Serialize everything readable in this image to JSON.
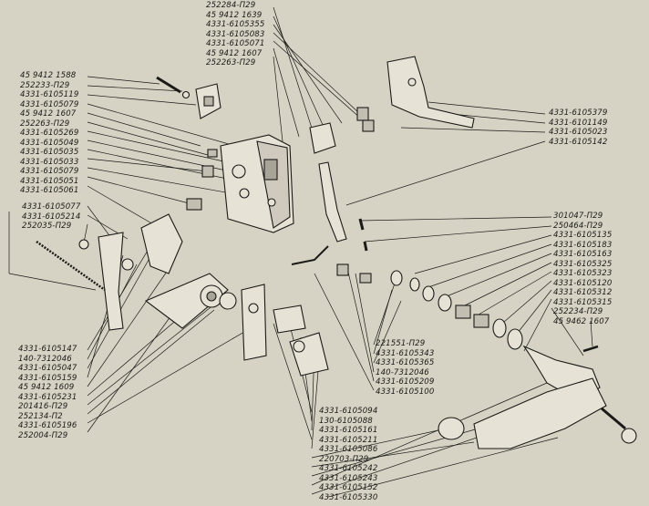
{
  "diagram": {
    "labels_top": [
      "252284-П29",
      "45 9412 1639",
      "4331-6105355",
      "4331-6105083",
      "4331-6105071",
      "45 9412 1607",
      "252263-П29"
    ],
    "labels_left_a": [
      "45 9412 1588",
      "252233-П29",
      "4331-6105119",
      "4331-6105079",
      "45 9412 1607",
      "252263-П29",
      "4331-6105269",
      "4331-6105049",
      "4331-6105035",
      "4331-6105033",
      "4331-6105079",
      "4331-6105051",
      "4331-6105061"
    ],
    "labels_left_b": [
      "4331-6105077",
      "4331-6105214",
      "252035-П29"
    ],
    "labels_left_c": [
      "4331-6105147",
      "140-7312046",
      "4331-6105047",
      "4331-6105159",
      "45 9412 1609",
      "4331-6105231",
      "201416-П29",
      "252134-П2",
      "4331-6105196",
      "252004-П29"
    ],
    "labels_right_a": [
      "4331-6105379",
      "4331-6101149",
      "4331-6105023",
      "4331-6105142"
    ],
    "labels_right_b": [
      "301047-П29",
      "250464-П29",
      "4331-6105135",
      "4331-6105183",
      "4331-6105163",
      "4331-6105325",
      "4331-6105323",
      "4331-6105120",
      "4331-6105312",
      "4331-6105315",
      "252234-П29",
      "45 9462 1607"
    ],
    "labels_mid": [
      "221551-П29",
      "4331-6105343",
      "4331-6105365",
      "140-7312046",
      "4331-6105209",
      "4331-6105100"
    ],
    "labels_bottom": [
      "4331-6105094",
      "130-6105088",
      "4331-6105161",
      "4331-6105211",
      "4331-6105086",
      "220703-П29",
      "4331-6105242",
      "4331-6105243",
      "4331-6105152",
      "4331-6105330"
    ],
    "colors": {
      "paper": "#d6d2c4",
      "ink": "#1b1a17",
      "shade": "#6e6a60"
    }
  }
}
